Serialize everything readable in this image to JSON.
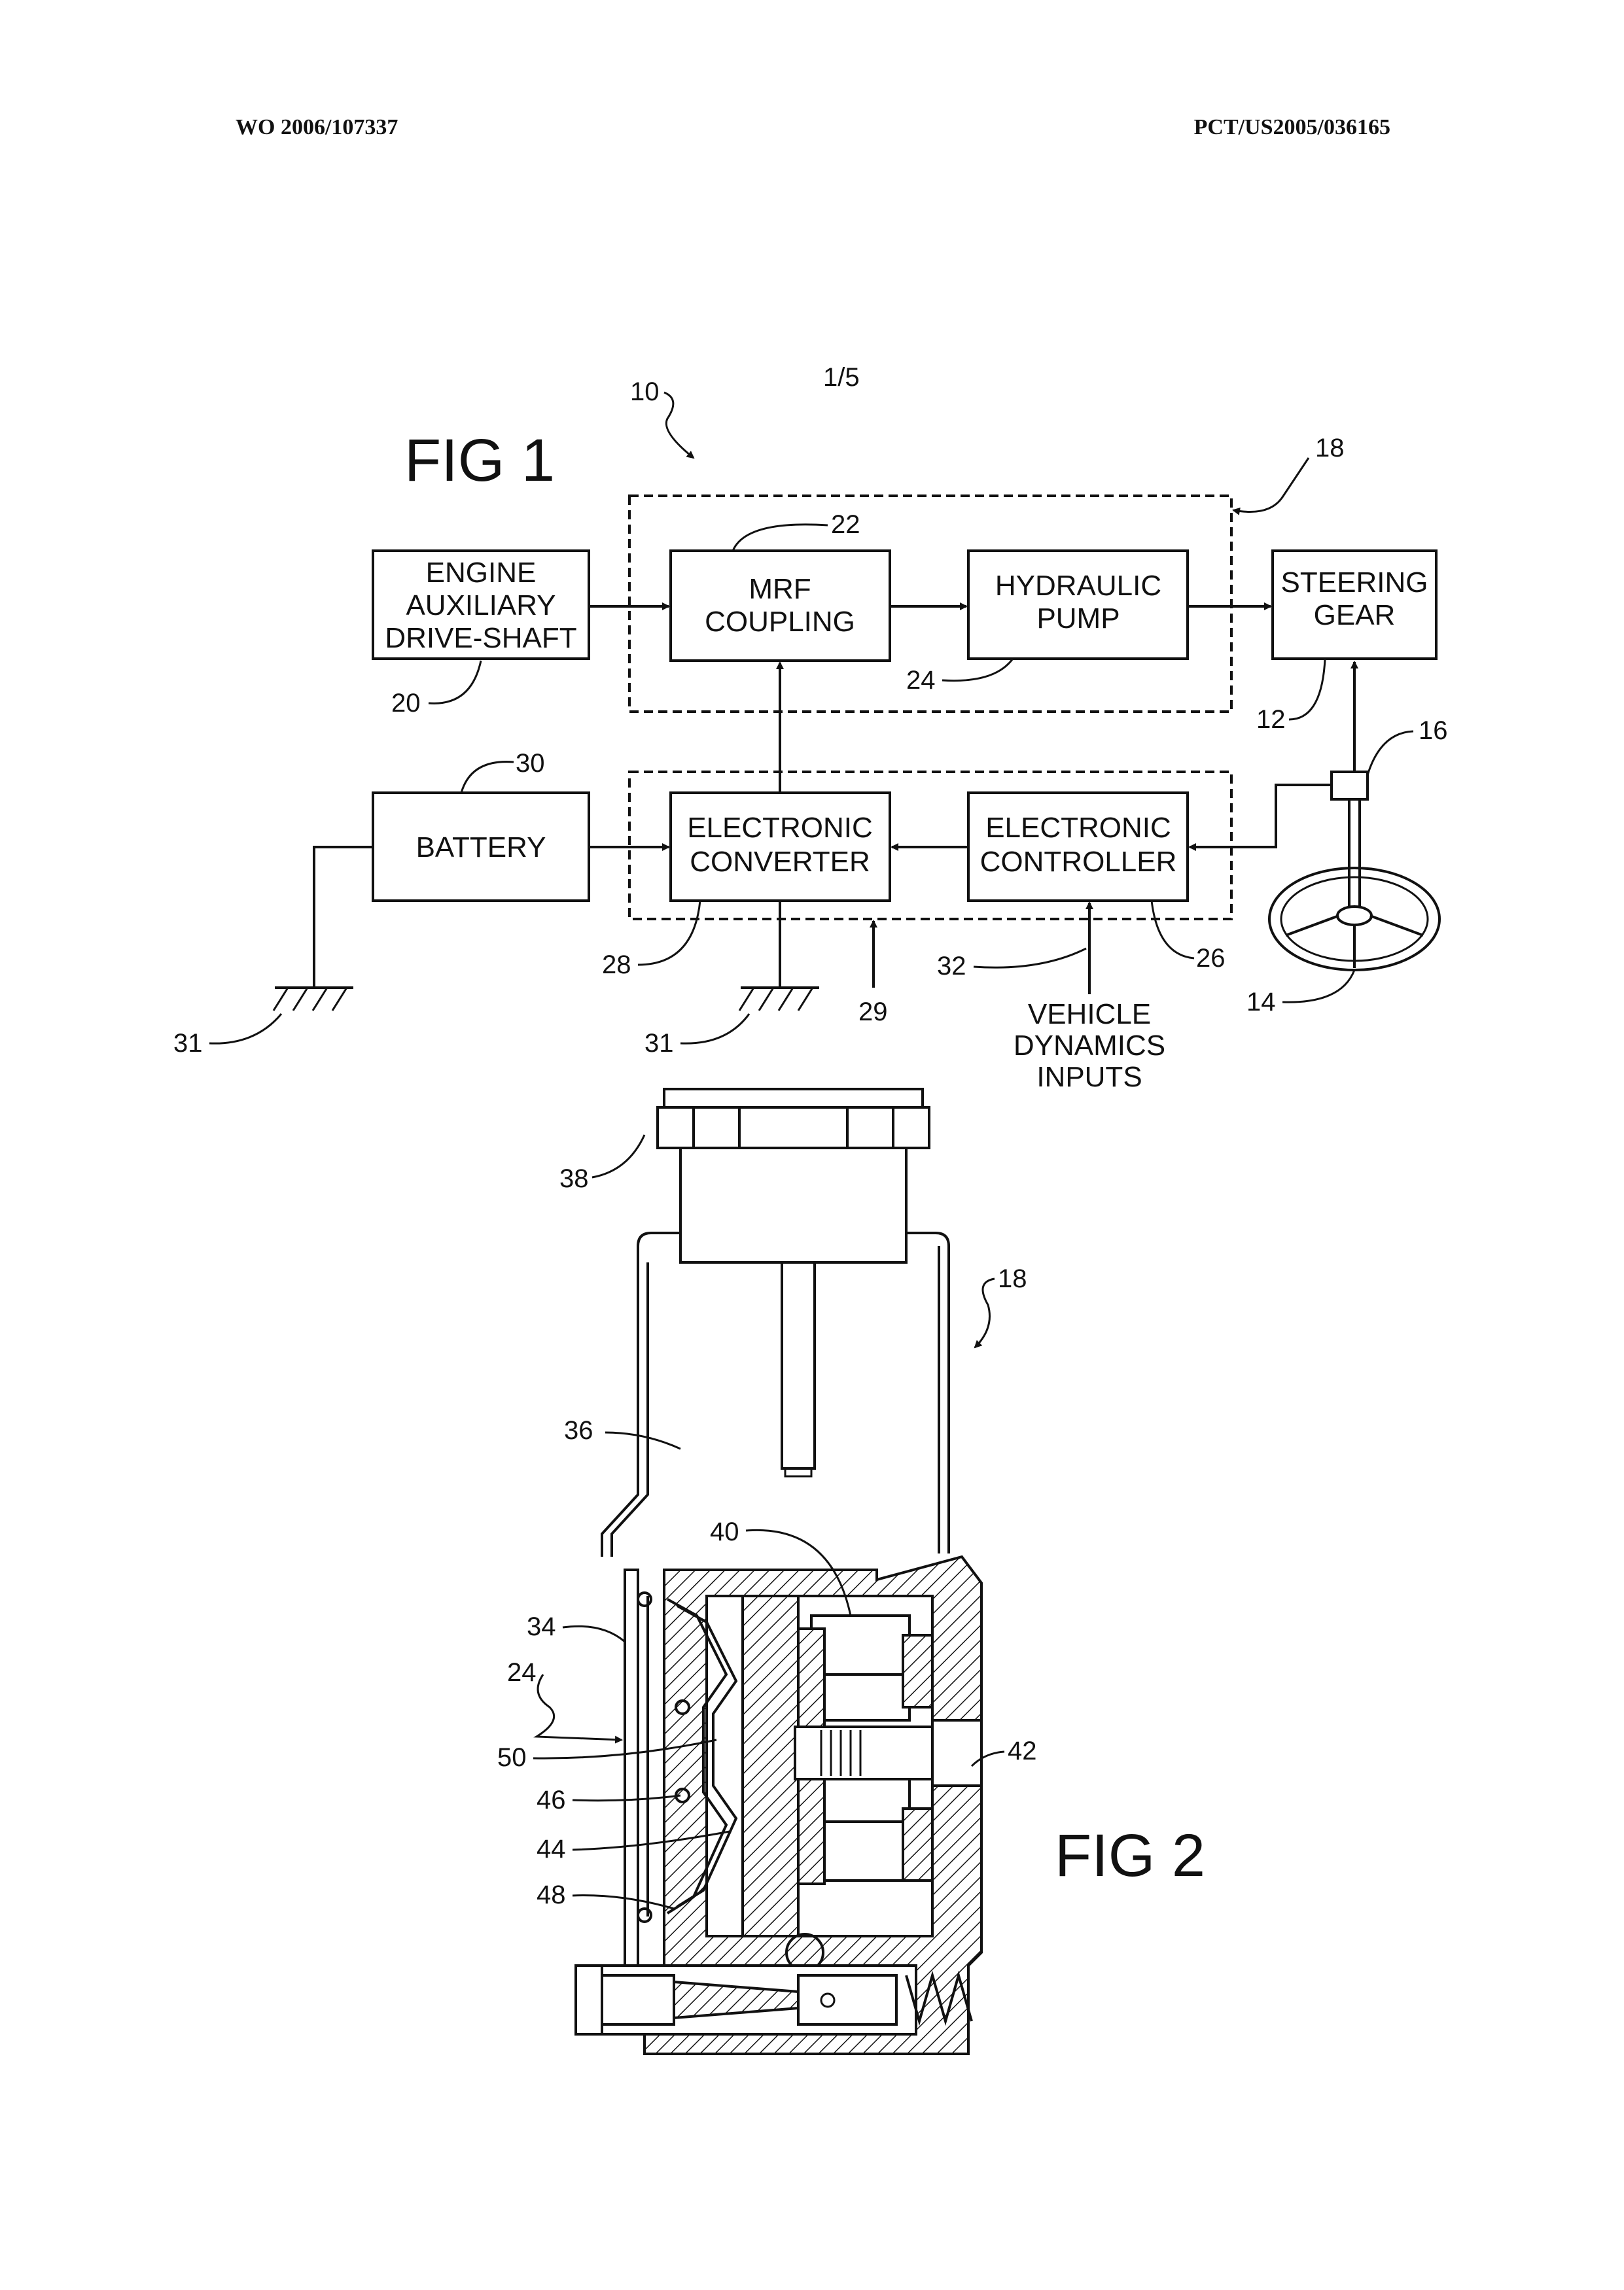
{
  "header": {
    "left": "WO 2006/107337",
    "right": "PCT/US2005/036165"
  },
  "sheet": "1/5",
  "fig1": {
    "title": "FIG 1",
    "ref_system": "10",
    "ref_group": "18",
    "blocks": {
      "engine": [
        "ENGINE",
        "AUXILIARY",
        "DRIVE-SHAFT"
      ],
      "mrf": [
        "MRF",
        "COUPLING"
      ],
      "pump": [
        "HYDRAULIC",
        "PUMP"
      ],
      "steering": [
        "STEERING",
        "GEAR"
      ],
      "battery": [
        "BATTERY"
      ],
      "converter": [
        "ELECTRONIC",
        "CONVERTER"
      ],
      "controller": [
        "ELECTRONIC",
        "CONTROLLER"
      ]
    },
    "inputs_label": [
      "VEHICLE",
      "DYNAMICS",
      "INPUTS"
    ],
    "refs": {
      "r20": "20",
      "r22": "22",
      "r24": "24",
      "r12": "12",
      "r16": "16",
      "r30": "30",
      "r28": "28",
      "r29": "29",
      "r32": "32",
      "r26": "26",
      "r14": "14",
      "r31a": "31",
      "r31b": "31"
    }
  },
  "fig2": {
    "title": "FIG 2",
    "refs": {
      "r38": "38",
      "r18": "18",
      "r36": "36",
      "r40": "40",
      "r34": "34",
      "r24": "24",
      "r42": "42",
      "r50": "50",
      "r46": "46",
      "r44": "44",
      "r48": "48"
    }
  }
}
